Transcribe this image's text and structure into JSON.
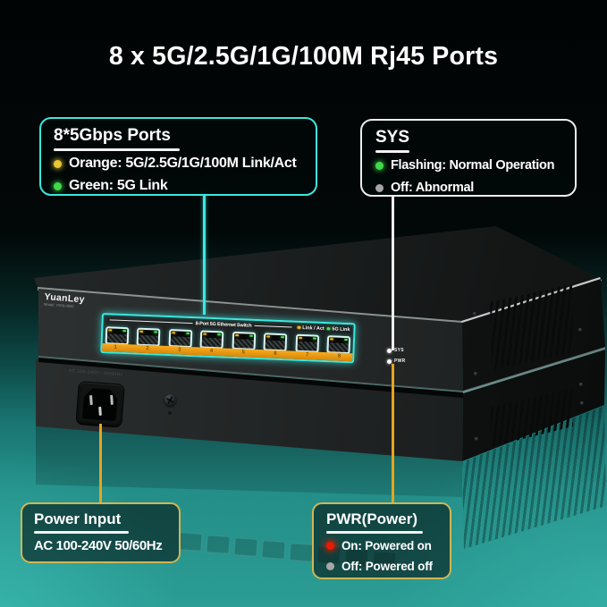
{
  "title": "8 x 5G/2.5G/1G/100M Rj45 Ports",
  "callouts": {
    "ports": {
      "title": "8*5Gbps Ports",
      "items": [
        {
          "led": "orange",
          "text": "Orange: 5G/2.5G/1G/100M Link/Act"
        },
        {
          "led": "green",
          "text": "Green: 5G Link"
        }
      ]
    },
    "sys": {
      "title": "SYS",
      "items": [
        {
          "led": "green",
          "text": "Flashing: Normal Operation"
        },
        {
          "led": "gray",
          "text": "Off: Abnormal"
        }
      ]
    },
    "power_input": {
      "title": "Power Input",
      "body": "AC 100-240V 50/60Hz"
    },
    "pwr": {
      "title": "PWR(Power)",
      "items": [
        {
          "led": "red",
          "text": "On: Powered on"
        },
        {
          "led": "gray",
          "text": "Off: Powered off"
        }
      ]
    }
  },
  "device": {
    "brand": "YuanLey",
    "model": "Model: Y550-0800",
    "panel_label": "8-Port 5G Ethernet Switch",
    "legend": {
      "link_act": "Link / Act",
      "g5": "5G Link"
    },
    "leds": {
      "sys": "SYS",
      "pwr": "PWR"
    },
    "ports": [
      "1",
      "2",
      "3",
      "4",
      "5",
      "6",
      "7",
      "8"
    ],
    "power_print": "AC 100-240V~ 50/60Hz"
  },
  "colors": {
    "accent_cyan": "#3be8de",
    "accent_gold": "#cfb654",
    "orange_bar": "#f09a14",
    "led_orange": "#eac733",
    "led_green": "#3fd94a",
    "led_red": "#e81a00",
    "led_gray": "#a6a6a6",
    "background_teal": "#2b9d95"
  }
}
